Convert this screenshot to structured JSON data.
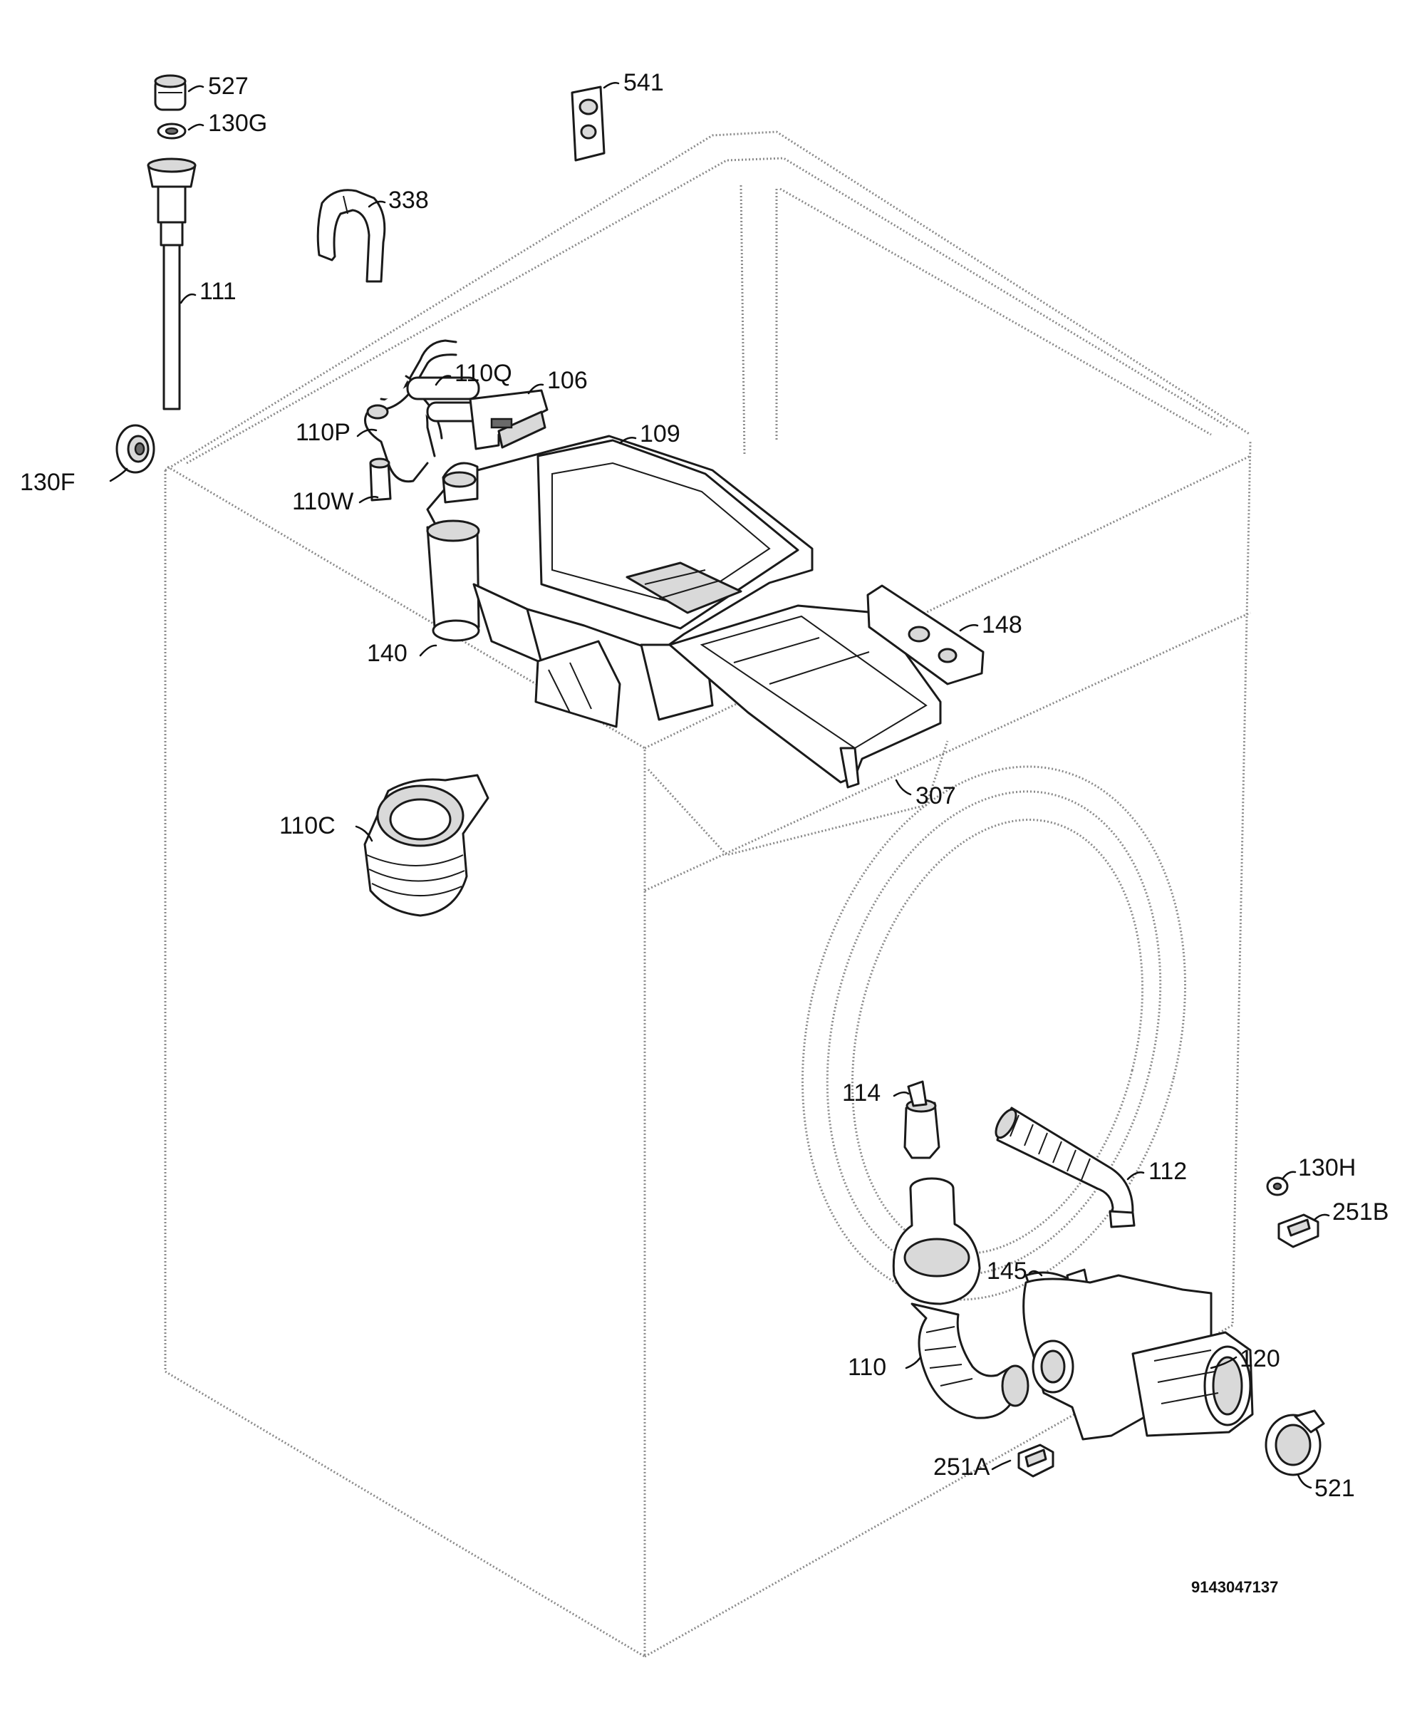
{
  "labels": {
    "p527": "527",
    "p130G": "130G",
    "p541": "541",
    "p338": "338",
    "p111": "111",
    "p110Q": "110Q",
    "p106": "106",
    "p110P": "110P",
    "p109": "109",
    "p130F": "130F",
    "p110W": "110W",
    "p140": "140",
    "p148": "148",
    "p307": "307",
    "p110C": "110C",
    "p114": "114",
    "p112": "112",
    "p130H": "130H",
    "p251B": "251B",
    "p145": "145",
    "p110": "110",
    "p120": "120",
    "p251A": "251A",
    "p521": "521"
  },
  "drawing_code": "9143047137"
}
